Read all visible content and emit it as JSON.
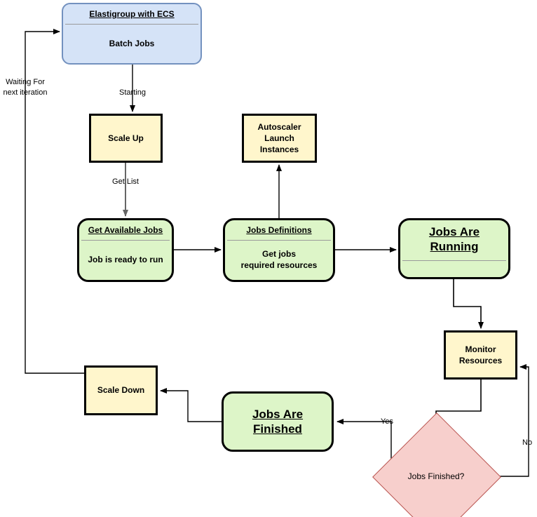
{
  "diagram": {
    "title": "Elastigroup with ECS Batch Jobs Flow",
    "colors": {
      "yellow_fill": "#fff6cc",
      "green_fill": "#ddf5c8",
      "blue_fill": "#d5e3f7",
      "blue_stroke": "#7391bf",
      "pink_fill": "#f7cfcc",
      "pink_stroke": "#b85450",
      "stroke": "#000000",
      "divider": "#9a9a9a"
    }
  },
  "nodes": {
    "elastigroup": {
      "title": "Elastigroup with ECS",
      "body": "Batch Jobs"
    },
    "scale_up": {
      "label": "Scale Up"
    },
    "autoscaler": {
      "label": "Autoscaler\nLaunch\nInstances"
    },
    "get_available_jobs": {
      "title": "Get Available Jobs",
      "body": "Job is ready to run"
    },
    "jobs_definitions": {
      "title": "Jobs Definitions",
      "body": "Get jobs\nrequired resources"
    },
    "jobs_are_running": {
      "title": "Jobs Are \nRunning"
    },
    "monitor_resources": {
      "label": "Monitor\nResources"
    },
    "jobs_finished_decision": {
      "label": "Jobs Finished?"
    },
    "jobs_are_finished": {
      "title": "Jobs Are \nFinished"
    },
    "scale_down": {
      "label": "Scale Down"
    }
  },
  "edge_labels": {
    "starting": "Starting",
    "get_list": "Get List",
    "yes": "Yes",
    "no": "No",
    "waiting": "Waiting For\nnext iteration"
  }
}
